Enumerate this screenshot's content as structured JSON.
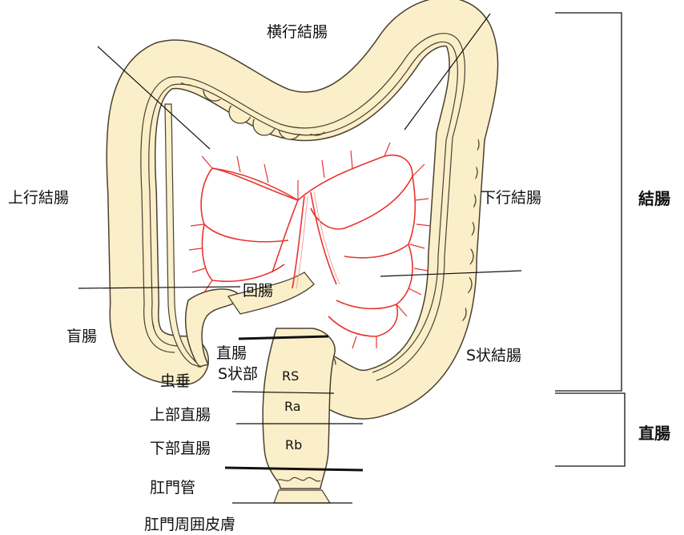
{
  "labels": {
    "transverse_colon": "横行結腸",
    "ascending_colon": "上行結腸",
    "descending_colon": "下行結腸",
    "colon_group": "結腸",
    "ileum": "回腸",
    "cecum": "盲腸",
    "rectosigmoid_1": "直腸",
    "rectosigmoid_2": "S状部",
    "sigmoid_colon": "S状結腸",
    "appendix": "虫垂",
    "rs": "RS",
    "upper_rectum": "上部直腸",
    "ra": "Ra",
    "lower_rectum": "下部直腸",
    "rb": "Rb",
    "rectum_group": "直腸",
    "anal_canal": "肛門管",
    "perianal_skin": "肛門周囲皮膚"
  },
  "colors": {
    "colon_fill": "#fbefc9",
    "colon_edge": "#4a4030",
    "vessel": "#e8342f",
    "line": "#111111"
  }
}
